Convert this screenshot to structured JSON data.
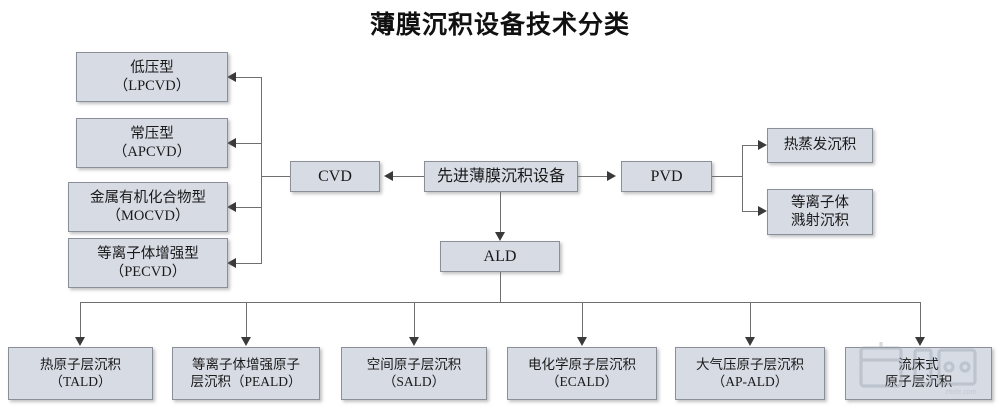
{
  "title": "薄膜沉积设备技术分类",
  "root": {
    "label": "先进薄膜沉积设备"
  },
  "branches": {
    "cvd": {
      "label": "CVD"
    },
    "pvd": {
      "label": "PVD"
    },
    "ald": {
      "label": "ALD"
    }
  },
  "cvd_children": [
    {
      "line1": "低压型",
      "line2": "（LPCVD）"
    },
    {
      "line1": "常压型",
      "line2": "（APCVD）"
    },
    {
      "line1": "金属有机化合物型",
      "line2": "（MOCVD）"
    },
    {
      "line1": "等离子体增强型",
      "line2": "（PECVD）"
    }
  ],
  "pvd_children": [
    {
      "line1": "热蒸发沉积",
      "line2": ""
    },
    {
      "line1": "等离子体",
      "line2": "溅射沉积"
    }
  ],
  "ald_children": [
    {
      "line1": "热原子层沉积",
      "line2": "（TALD）"
    },
    {
      "line1": "等离子体增强原子",
      "line2": "层沉积（PEALD）"
    },
    {
      "line1": "空间原子层沉积",
      "line2": "（SALD）"
    },
    {
      "line1": "电化学原子层沉积",
      "line2": "（ECALD）"
    },
    {
      "line1": "大气压原子层沉积",
      "line2": "（AP-ALD）"
    },
    {
      "line1": "流床式",
      "line2": "原子层沉积"
    }
  ],
  "watermark": {
    "text": "智东西"
  },
  "colors": {
    "node_fill": "#d6dbe4",
    "node_border": "#8a8f99",
    "line": "#6f6f6f",
    "arrow": "#3a3a3a",
    "text": "#1a1a1a",
    "background": "#ffffff"
  }
}
